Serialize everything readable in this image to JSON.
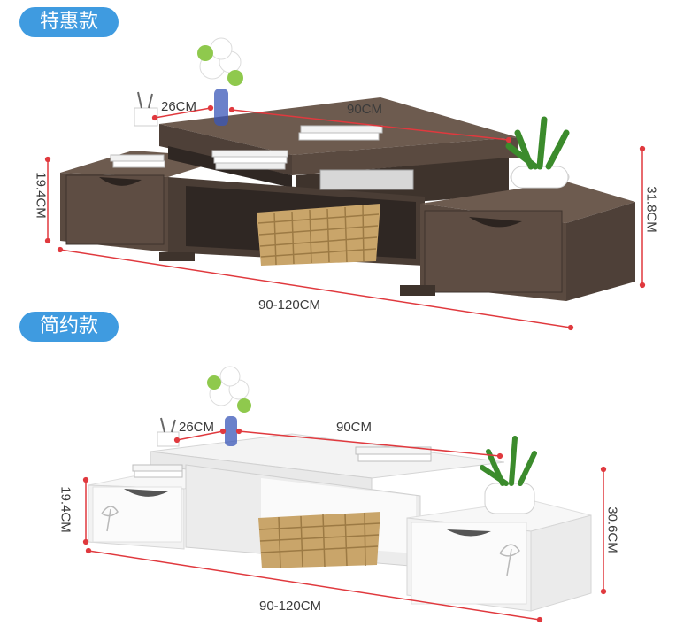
{
  "products": [
    {
      "badge": "特惠款",
      "depth": "26CM",
      "top_width": "90CM",
      "side_height": "19.4CM",
      "total_height": "31.8CM",
      "extend_width": "90-120CM",
      "colors": {
        "wood": "#5a4a40",
        "wood_light": "#6d5b4f",
        "wood_dark": "#3e332c"
      }
    },
    {
      "badge": "简约款",
      "depth": "26CM",
      "top_width": "90CM",
      "side_height": "19.4CM",
      "total_height": "30.6CM",
      "extend_width": "90-120CM",
      "colors": {
        "wood": "#f4f4f4",
        "wood_light": "#ffffff",
        "wood_dark": "#d9d9d9"
      }
    }
  ],
  "accent": {
    "badge": "#3f9be0",
    "dimension_line": "#e0393e"
  }
}
